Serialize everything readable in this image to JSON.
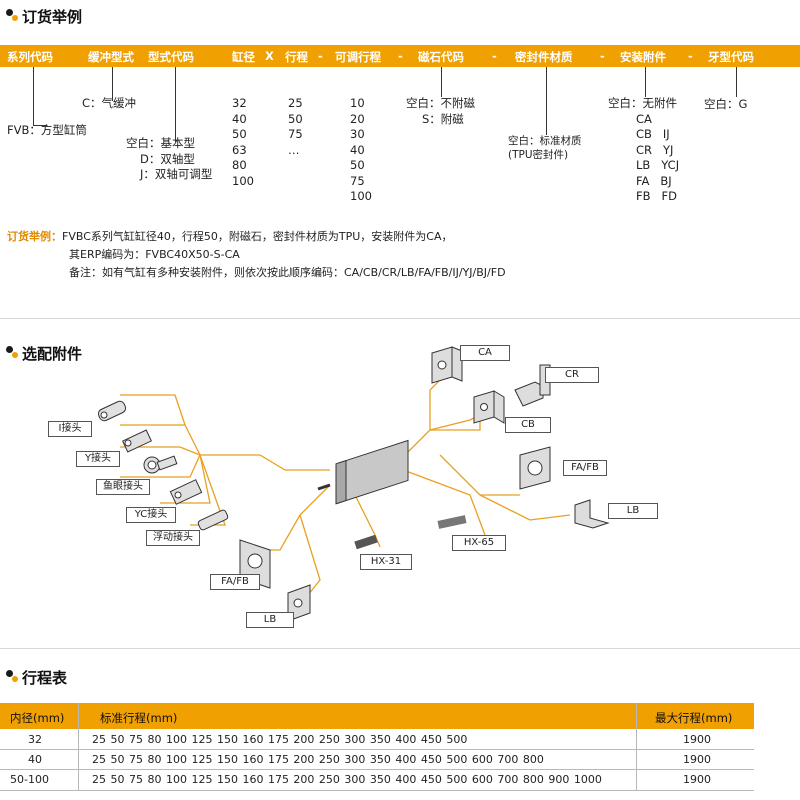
{
  "ordering": {
    "title": "订货举例",
    "header": {
      "series": "系列代码",
      "cushion": "缓冲型式",
      "type": "型式代码",
      "bore": "缸径",
      "x": "X",
      "stroke": "行程",
      "dash1": "-",
      "adj": "可调行程",
      "dash2": "-",
      "magnet": "磁石代码",
      "dash3": "-",
      "seal": "密封件材质",
      "dash4": "-",
      "mount": "安装附件",
      "dash5": "-",
      "thread": "牙型代码"
    },
    "series_value": "FVB：方型缸筒",
    "cushion_value": "C：气缓冲",
    "type_values": [
      "空白：基本型",
      "D：双轴型",
      "J：双轴可调型"
    ],
    "bore_values": [
      "32",
      "40",
      "50",
      "63",
      "80",
      "100"
    ],
    "stroke_values": [
      "25",
      "50",
      "75",
      "…"
    ],
    "adj_values": [
      "10",
      "20",
      "30",
      "40",
      "50",
      "75",
      "100"
    ],
    "magnet_values": [
      "空白：不附磁",
      "S：附磁"
    ],
    "seal_values": [
      "空白：标准材质",
      "(TPU密封件)"
    ],
    "mount_values": [
      "空白：无附件",
      "CA",
      "CB   IJ",
      "CR   YJ",
      "LB   YCJ",
      "FA   BJ",
      "FB   FD"
    ],
    "thread_value": "空白：G",
    "example_label": "订货举例：",
    "example_line1": "FVBC系列气缸缸径40，行程50，附磁石，密封件材质为TPU，安装附件为CA，",
    "example_line2": "其ERP编码为：FVBC40X50-S-CA",
    "example_line3": "备注：如有气缸有多种安装附件，则依次按此顺序编码：CA/CB/CR/LB/FA/FB/IJ/YJ/BJ/FD"
  },
  "accessories": {
    "title": "选配附件",
    "labels": {
      "ca": "CA",
      "cr": "CR",
      "cb": "CB",
      "fafb_right": "FA/FB",
      "lb_right": "LB",
      "i_joint": "I接头",
      "y_joint": "Y接头",
      "fisheye": "鱼眼接头",
      "yc_joint": "YC接头",
      "float_joint": "浮动接头",
      "hx31": "HX-31",
      "hx65": "HX-65",
      "fafb_left": "FA/FB",
      "lb_left": "LB"
    }
  },
  "stroke_table": {
    "title": "行程表",
    "headers": {
      "bore": "内径(mm)",
      "standard": "标准行程(mm)",
      "max": "最大行程(mm)"
    },
    "rows": [
      {
        "bore": "32",
        "strokes": "25  50  75  80  100  125  150  160  175  200  250  300  350  400  450  500",
        "max": "1900"
      },
      {
        "bore": "40",
        "strokes": "25  50  75  80  100  125  150  160  175  200  250  300  350  400  450  500  600  700  800",
        "max": "1900"
      },
      {
        "bore": "50-100",
        "strokes": "25  50  75  80  100  125  150  160  175  200  250  300  350  400  450  500  600  700  800  900  1000",
        "max": "1900"
      }
    ]
  },
  "colors": {
    "accent": "#f0a000",
    "line": "#e8a020"
  }
}
